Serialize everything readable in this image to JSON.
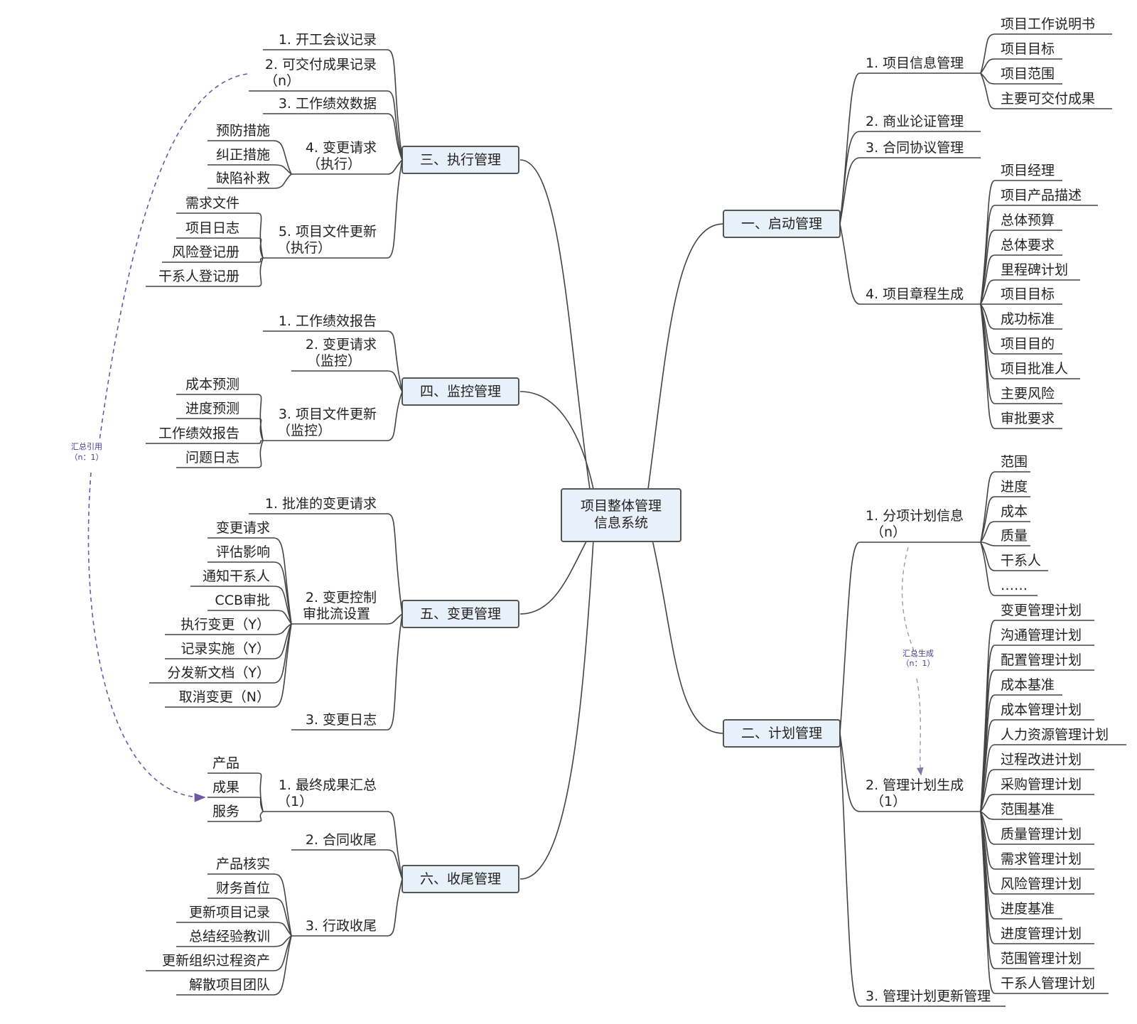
{
  "root": {
    "line1": "项目整体管理",
    "line2": "信息系统"
  },
  "branches": {
    "qidong": {
      "label": "一、启动管理",
      "items": {
        "xinxi": {
          "label": "1. 项目信息管理",
          "leaves": [
            "项目工作说明书",
            "项目目标",
            "项目范围",
            "主要可交付成果"
          ]
        },
        "shangye": {
          "label": "2. 商业论证管理"
        },
        "hetong": {
          "label": "3. 合同协议管理"
        },
        "zhangcheng": {
          "label": "4. 项目章程生成",
          "leaves": [
            "项目经理",
            "项目产品描述",
            "总体预算",
            "总体要求",
            "里程碑计划",
            "项目目标",
            "成功标准",
            "项目目的",
            "项目批准人",
            "主要风险",
            "审批要求"
          ]
        }
      }
    },
    "jihua": {
      "label": "二、计划管理",
      "items": {
        "fenxiang": {
          "line1": "1. 分项计划信息",
          "line2": "（n）",
          "leaves": [
            "范围",
            "进度",
            "成本",
            "质量",
            "干系人",
            "……"
          ]
        },
        "guanli": {
          "line1": "2. 管理计划生成",
          "line2": "（1）",
          "leaves": [
            "变更管理计划",
            "沟通管理计划",
            "配置管理计划",
            "成本基准",
            "成本管理计划",
            "人力资源管理计划",
            "过程改进计划",
            "采购管理计划",
            "范围基准",
            "质量管理计划",
            "需求管理计划",
            "风险管理计划",
            "进度基准",
            "进度管理计划",
            "范围管理计划",
            "干系人管理计划"
          ]
        },
        "gengxin": {
          "label": "3. 管理计划更新管理"
        }
      }
    },
    "zhixing": {
      "label": "三、执行管理",
      "items": {
        "kaigong": {
          "label": "1. 开工会议记录"
        },
        "jiaofu": {
          "line1": "2. 可交付成果记录",
          "line2": "（n）"
        },
        "jixiao": {
          "label": "3. 工作绩效数据"
        },
        "biangeng": {
          "line1": "4. 变更请求",
          "line2": "（执行）",
          "leaves": [
            "预防措施",
            "纠正措施",
            "缺陷补救"
          ]
        },
        "wenjian": {
          "line1": "5. 项目文件更新",
          "line2": "（执行）",
          "leaves": [
            "需求文件",
            "项目日志",
            "风险登记册",
            "干系人登记册"
          ]
        }
      }
    },
    "jiankong": {
      "label": "四、监控管理",
      "items": {
        "baogao": {
          "label": "1. 工作绩效报告"
        },
        "biangeng": {
          "line1": "2. 变更请求",
          "line2": "（监控）"
        },
        "wenjian": {
          "line1": "3. 项目文件更新",
          "line2": "（监控）",
          "leaves": [
            "成本预测",
            "进度预测",
            "工作绩效报告",
            "问题日志"
          ]
        }
      }
    },
    "biangeng": {
      "label": "五、变更管理",
      "items": {
        "pizhun": {
          "label": "1. 批准的变更请求"
        },
        "kongzhi": {
          "line1": "2. 变更控制",
          "line2": "审批流设置",
          "leaves": [
            "变更请求",
            "评估影响",
            "通知干系人",
            "CCB审批",
            "执行变更（Y）",
            "记录实施（Y）",
            "分发新文档（Y）",
            "取消变更（N）"
          ]
        },
        "rizhi": {
          "label": "3. 变更日志"
        }
      }
    },
    "shouwei": {
      "label": "六、收尾管理",
      "items": {
        "chengguo": {
          "line1": "1. 最终成果汇总",
          "line2": "（1）",
          "leaves": [
            "产品",
            "成果",
            "服务"
          ]
        },
        "hetong": {
          "label": "2. 合同收尾"
        },
        "xingzheng": {
          "label": "3. 行政收尾",
          "leaves": [
            "产品核实",
            "财务首位",
            "更新项目记录",
            "总结经验教训",
            "更新组织过程资产",
            "解散项目团队"
          ]
        }
      }
    }
  },
  "annotations": {
    "yinyong": {
      "line1": "汇总引用",
      "line2": "（n：1）"
    },
    "shengcheng": {
      "line1": "汇总生成",
      "line2": "（n：1）"
    }
  },
  "colors": {
    "box_fill": "#e8f1fa",
    "box_border": "#555555",
    "line": "#444444",
    "dashed": "#6b5aa6"
  }
}
